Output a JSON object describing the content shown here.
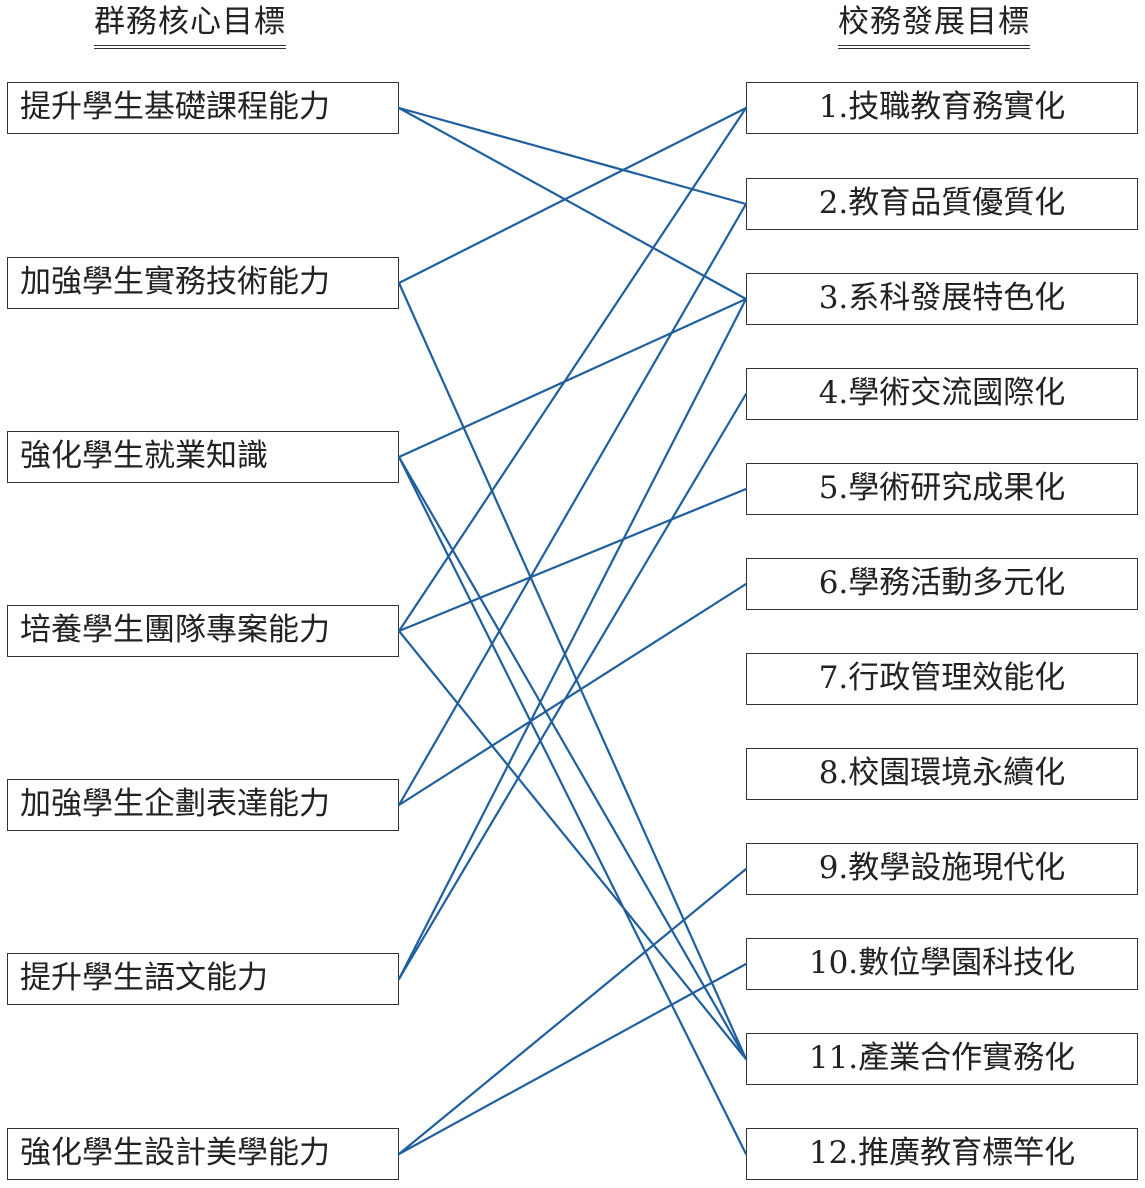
{
  "headers": {
    "left": "群務核心目標",
    "right": "校務發展目標"
  },
  "left_goals": [
    "提升學生基礎課程能力",
    "加強學生實務技術能力",
    "強化學生就業知識",
    "培養學生團隊專案能力",
    "加強學生企劃表達能力",
    "提升學生語文能力",
    "強化學生設計美學能力"
  ],
  "right_goals": [
    "1.技職教育務實化",
    "2.教育品質優質化",
    "3.系科發展特色化",
    "4.學術交流國際化",
    "5.學術研究成果化",
    "6.學務活動多元化",
    "7.行政管理效能化",
    "8.校園環境永續化",
    "9.教學設施現代化",
    "10.數位學園科技化",
    "11.產業合作實務化",
    "12.推廣教育標竿化"
  ],
  "connections": [
    [
      0,
      1
    ],
    [
      0,
      2
    ],
    [
      1,
      0
    ],
    [
      1,
      10
    ],
    [
      2,
      2
    ],
    [
      2,
      10
    ],
    [
      2,
      11
    ],
    [
      3,
      0
    ],
    [
      3,
      4
    ],
    [
      3,
      10
    ],
    [
      4,
      1
    ],
    [
      4,
      5
    ],
    [
      5,
      2
    ],
    [
      5,
      3
    ],
    [
      6,
      8
    ],
    [
      6,
      9
    ]
  ],
  "line_color": "#1f5f9e"
}
